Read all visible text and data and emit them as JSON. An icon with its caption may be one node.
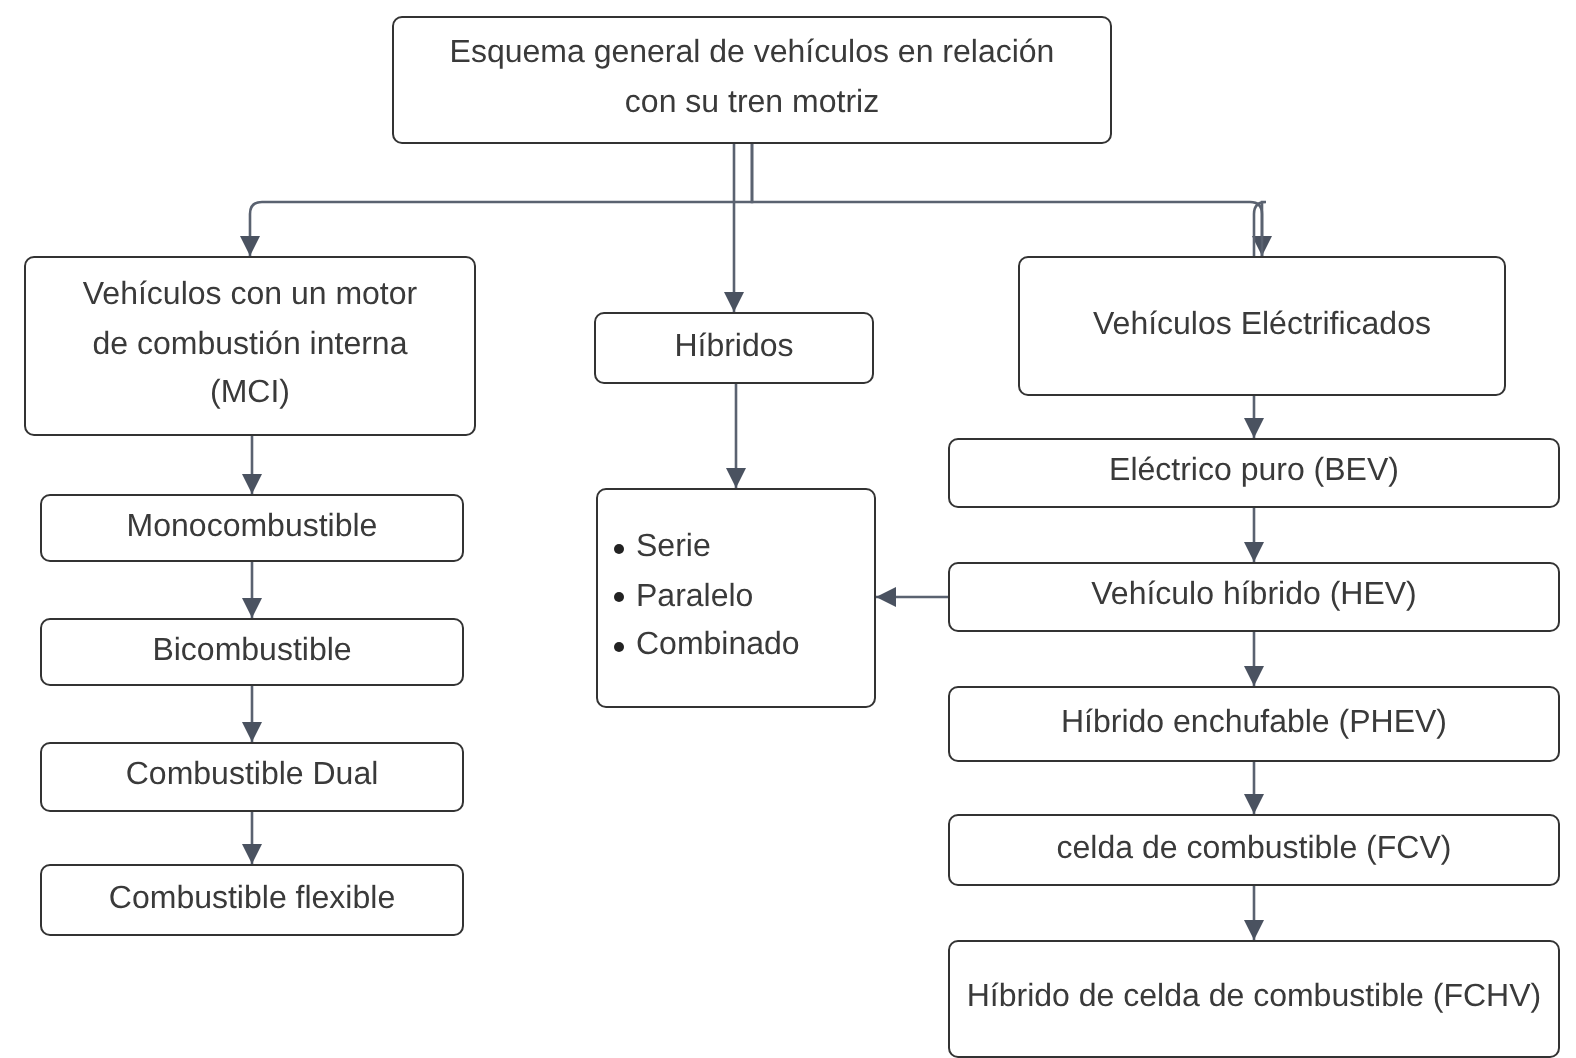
{
  "diagram": {
    "nodes": [
      {
        "text": [
          "Esquema general de vehículos en relación con su tren motriz"
        ]
      },
      {
        "text": [
          "Vehículos con  un motor de combustión interna (MCI)"
        ]
      },
      {
        "text": [
          "Híbridos"
        ]
      },
      {
        "text": [
          "Vehículos Eléctrificados"
        ]
      },
      {
        "text": [
          "Monocombustible"
        ]
      },
      {
        "text": [
          "Bicombustible"
        ]
      },
      {
        "text": [
          "Combustible Dual"
        ]
      },
      {
        "text": [
          "Combustible flexible"
        ]
      },
      {
        "text": [
          "Serie",
          "Paralelo",
          "Combinado"
        ]
      },
      {
        "text": [
          "Eléctrico puro (BEV)"
        ]
      },
      {
        "text": [
          "Vehículo híbrido (HEV)"
        ]
      },
      {
        "text": [
          "Híbrido enchufable (PHEV)"
        ]
      },
      {
        "text": [
          "celda de combustible (FCV)"
        ]
      },
      {
        "text": [
          "Híbrido de celda de combustible (FCHV)"
        ]
      }
    ],
    "edges": [
      {
        "from": 0,
        "to": 1,
        "arrow": "to"
      },
      {
        "from": 0,
        "to": 2,
        "arrow": "to"
      },
      {
        "from": 0,
        "to": 3,
        "arrow": "to"
      },
      {
        "from": 1,
        "to": 4,
        "arrow": "to"
      },
      {
        "from": 4,
        "to": 5,
        "arrow": "to"
      },
      {
        "from": 5,
        "to": 6,
        "arrow": "to"
      },
      {
        "from": 6,
        "to": 7,
        "arrow": "to"
      },
      {
        "from": 2,
        "to": 8,
        "arrow": "to"
      },
      {
        "from": 3,
        "to": 9,
        "arrow": "to"
      },
      {
        "from": 9,
        "to": 10,
        "arrow": "to"
      },
      {
        "from": 10,
        "to": 11,
        "arrow": "to"
      },
      {
        "from": 11,
        "to": 12,
        "arrow": "to"
      },
      {
        "from": 12,
        "to": 13,
        "arrow": "to"
      },
      {
        "from": 10,
        "to": 8,
        "arrow": "to"
      }
    ]
  }
}
